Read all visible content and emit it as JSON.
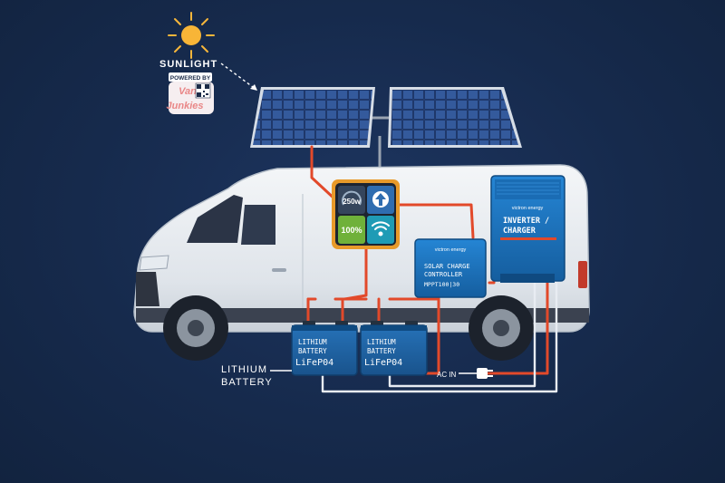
{
  "sun": {
    "label": "SUNLIGHT"
  },
  "badge": {
    "top": "POWERED BY",
    "brand_line1": "Van",
    "brand_line2": "Junkies"
  },
  "display": {
    "gauge": "250w",
    "soc": "100%"
  },
  "inverter": {
    "brand": "victron energy",
    "line1": "INVERTER /",
    "line2": "CHARGER"
  },
  "controller": {
    "brand": "victron energy",
    "line1": "SOLAR CHARGE",
    "line2": "CONTROLLER",
    "model": "MPPT100|30"
  },
  "battery1": {
    "line1": "LITHIUM",
    "line2": "BATTERY",
    "line3": "LiFeP04"
  },
  "battery2": {
    "line1": "LITHIUM",
    "line2": "BATTERY",
    "line3": "LiFeP04"
  },
  "callout": {
    "line1": "LITHIUM",
    "line2": "BATTERY"
  },
  "ac": {
    "label": "AC IN"
  },
  "colors": {
    "background": "#16294a",
    "wire_positive": "#e2492a",
    "wire_ac": "#e8ecf2",
    "victron_blue": "#1b6fb8",
    "battery_blue": "#1f5f9e",
    "van_white": "#eef1f4",
    "panel_cell": "#2a4a86"
  }
}
